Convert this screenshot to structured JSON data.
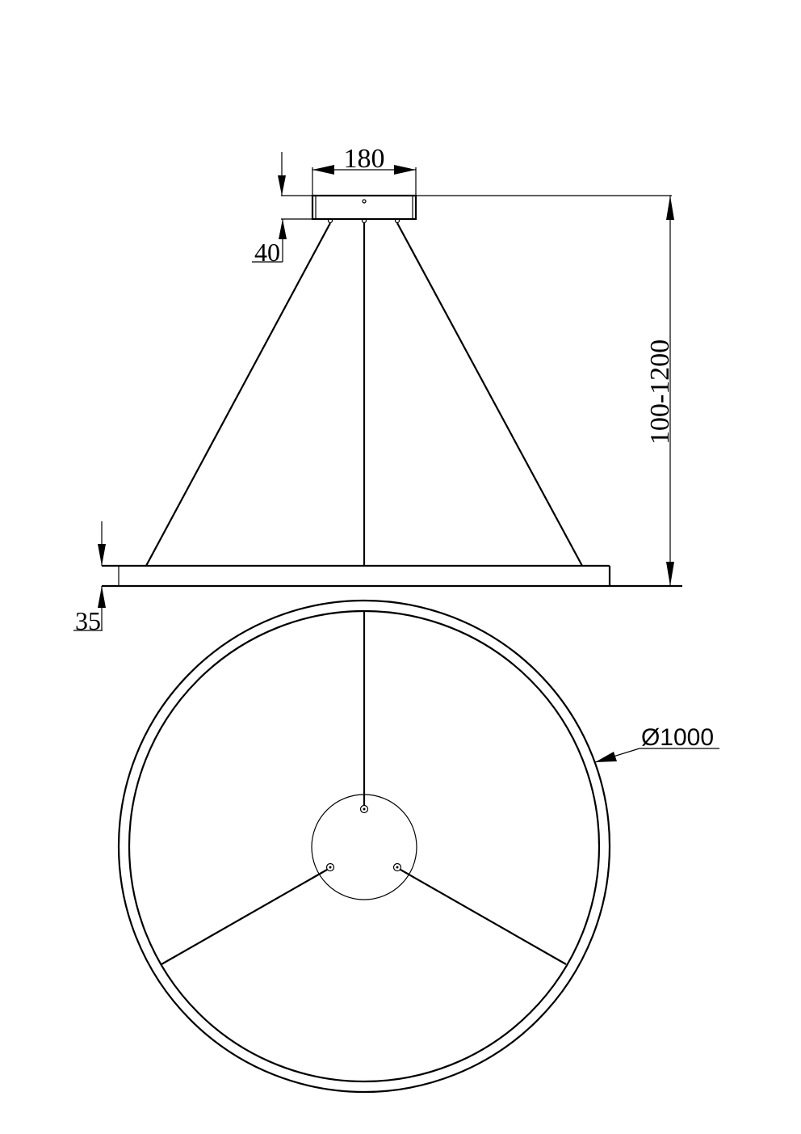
{
  "drawing": {
    "type": "pendant ring lamp dimension drawing",
    "colors": {
      "line": "#000000",
      "background": "#ffffff"
    },
    "dimensions": {
      "canopy_width": "180",
      "canopy_height": "40",
      "suspension_length": "100-1200",
      "ring_thickness": "35",
      "ring_diameter": "Ø1000"
    },
    "views": [
      "side-view",
      "top-view"
    ]
  }
}
